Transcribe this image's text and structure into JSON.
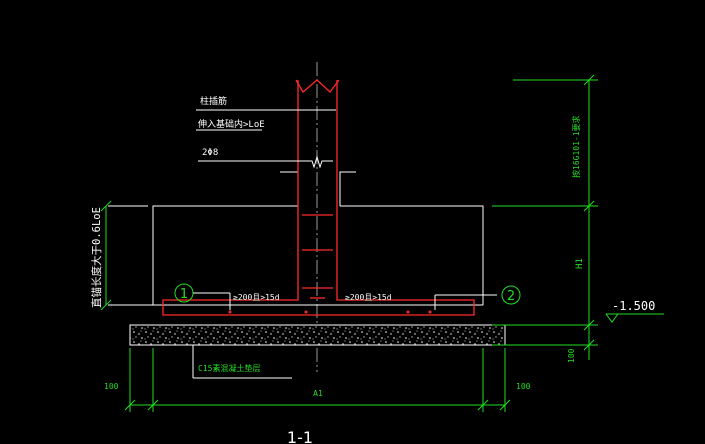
{
  "colors": {
    "background": "#000000",
    "outline": "#ffffff",
    "rebar": "#ff2a2a",
    "dimension": "#22dd22",
    "label": "#ffffff",
    "bedding": "#ffffff"
  },
  "labels": {
    "column_bars": "柱插筋",
    "anchor_note": "伸入基础内>LoE",
    "stirrups": "2Φ8",
    "vertical_anchor": "直锚长度大于0.6LoE",
    "bend_left": "≥200且>15d",
    "bend_right": "≥200且>15d",
    "cover_ref": "按16G101-1要求",
    "height": "H1",
    "elevation": "-1.500",
    "bedding": "C15素混凝土垫层",
    "left_offset": "100",
    "right_offset": "100",
    "width": "A1",
    "bedding_thickness": "100",
    "section": "1-1",
    "marker_1": "1",
    "marker_2": "2"
  }
}
